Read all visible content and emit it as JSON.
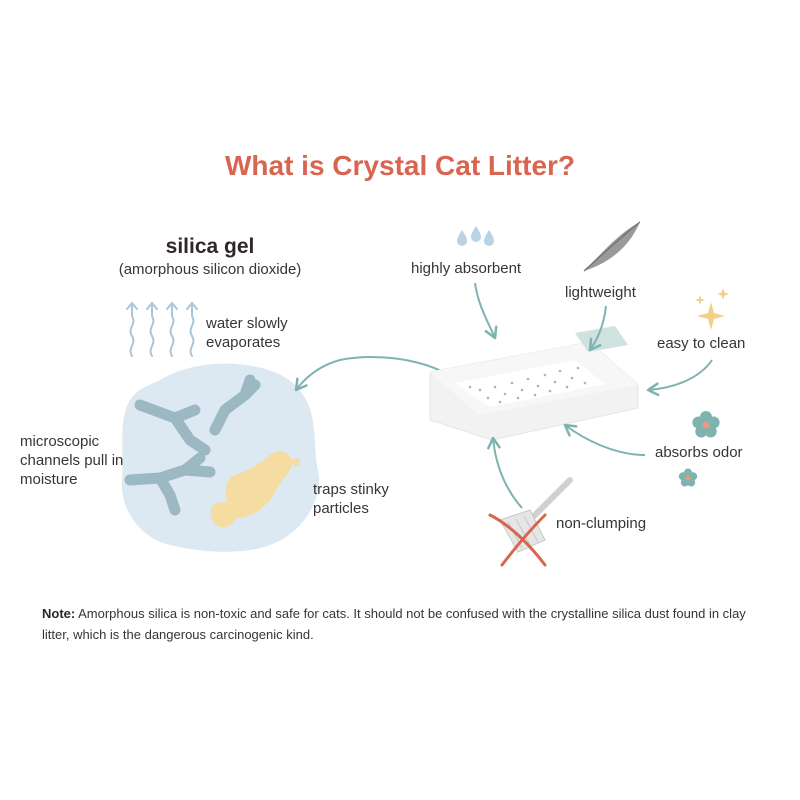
{
  "title": "What is Crystal Cat Litter?",
  "silica": {
    "name": "silica gel",
    "subtitle": "(amorphous silicon dioxide)",
    "evaporate": "water slowly evaporates",
    "channels": "microscopic channels pull in moisture",
    "traps": "traps stinky particles"
  },
  "features": {
    "absorbent": "highly absorbent",
    "lightweight": "lightweight",
    "easy_clean": "easy to clean",
    "odor": "absorbs odor",
    "non_clumping": "non-clumping"
  },
  "note": {
    "label": "Note:",
    "text": "Amorphous silica is non-toxic and safe for cats. It should not be confused with the crystalline silica dust found in clay litter, which is the dangerous carcinogenic kind."
  },
  "colors": {
    "title": "#d9644f",
    "arrow": "#7fb3b0",
    "gel_blob": "#dce9f2",
    "gel_channel": "#9bb8c3",
    "particles": "#f5dca0",
    "cross": "#d9644f"
  },
  "icons": [
    "water-drops-icon",
    "feather-icon",
    "sparkles-icon",
    "flower-icon",
    "scooper-icon",
    "evaporation-icon",
    "litter-box-icon"
  ]
}
